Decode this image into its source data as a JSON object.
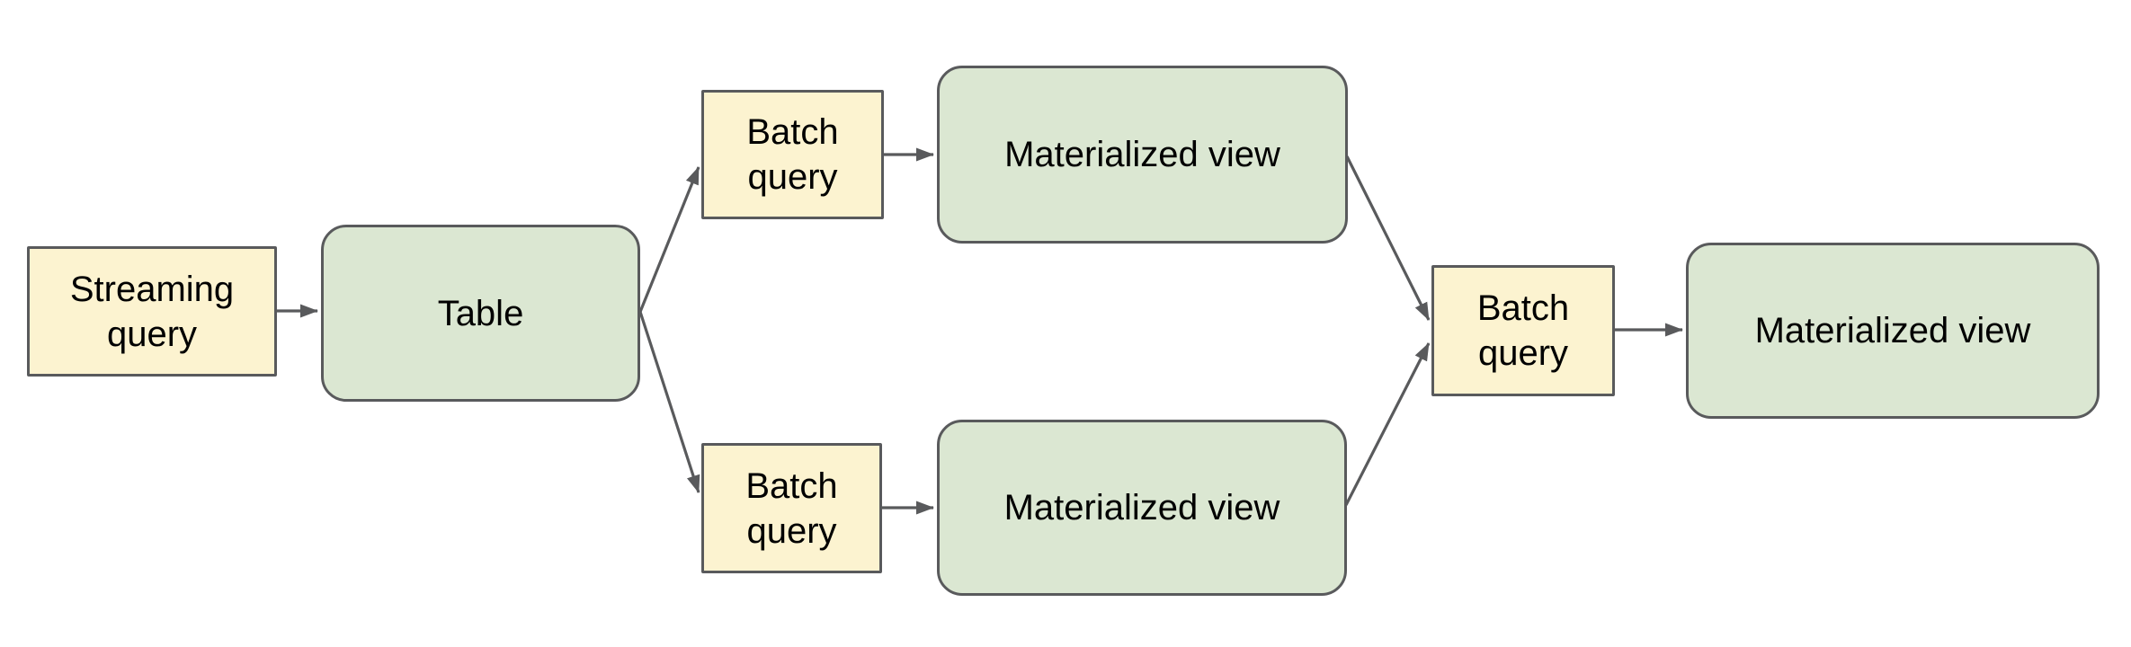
{
  "diagram": {
    "nodes": [
      {
        "id": "streaming-query",
        "label": "Streaming query",
        "kind": "query"
      },
      {
        "id": "table",
        "label": "Table",
        "kind": "dataset"
      },
      {
        "id": "batch-query-top",
        "label": "Batch query",
        "kind": "query"
      },
      {
        "id": "materialized-view-top",
        "label": "Materialized view",
        "kind": "dataset"
      },
      {
        "id": "batch-query-bottom",
        "label": "Batch query",
        "kind": "query"
      },
      {
        "id": "materialized-view-bottom",
        "label": "Materialized view",
        "kind": "dataset"
      },
      {
        "id": "batch-query-right",
        "label": "Batch query",
        "kind": "query"
      },
      {
        "id": "materialized-view-right",
        "label": "Materialized view",
        "kind": "dataset"
      }
    ],
    "edges": [
      {
        "from": "streaming-query",
        "to": "table"
      },
      {
        "from": "table",
        "to": "batch-query-top"
      },
      {
        "from": "batch-query-top",
        "to": "materialized-view-top"
      },
      {
        "from": "table",
        "to": "batch-query-bottom"
      },
      {
        "from": "batch-query-bottom",
        "to": "materialized-view-bottom"
      },
      {
        "from": "materialized-view-top",
        "to": "batch-query-right"
      },
      {
        "from": "materialized-view-bottom",
        "to": "batch-query-right"
      },
      {
        "from": "batch-query-right",
        "to": "materialized-view-right"
      }
    ],
    "colors": {
      "query_fill": "#fcf3d0",
      "dataset_fill": "#dbe7d2",
      "shape_border": "#595a5c",
      "arrow": "#595a5c",
      "text": "#000000",
      "background": "#ffffff"
    }
  }
}
